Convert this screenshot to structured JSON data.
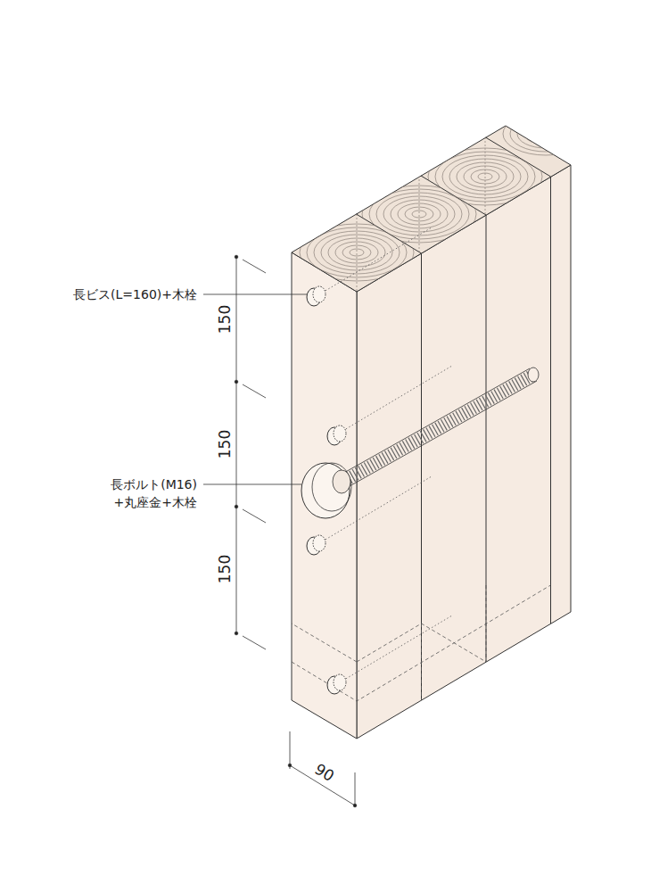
{
  "diagram": {
    "labels": [
      "長ビス(L=160)+木栓",
      "長ボルト(M16) +丸座金+木栓",
      "150",
      "150",
      "150",
      "90"
    ]
  }
}
